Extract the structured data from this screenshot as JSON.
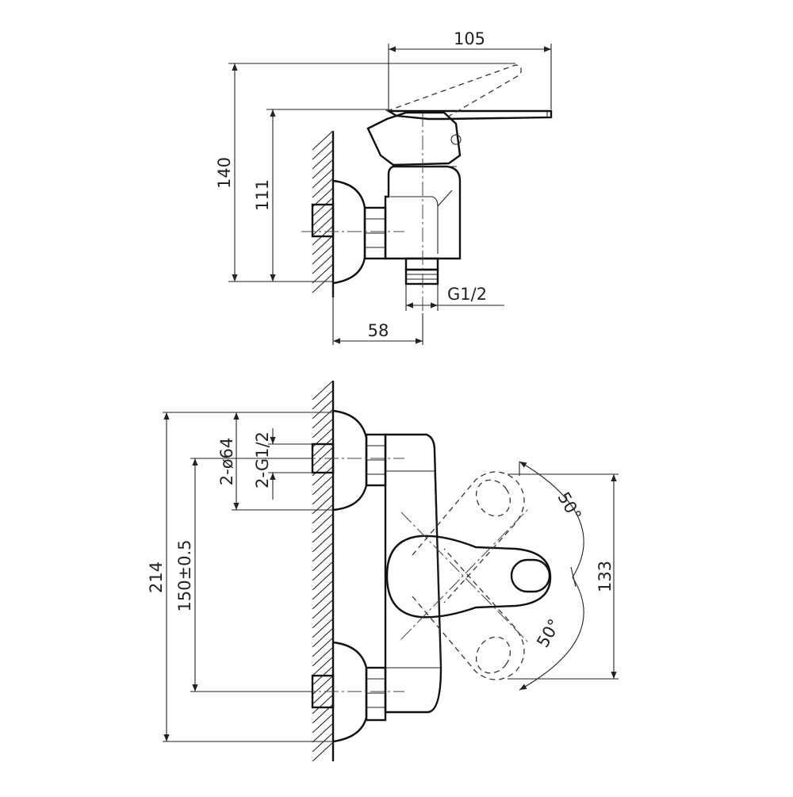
{
  "dimensions": {
    "top_width": "105",
    "total_height": "140",
    "outlet_height": "111",
    "outlet_thread": "G1/2",
    "wall_offset": "58",
    "cover_diameter": "2-ø64",
    "inlet_thread": "2-G1/2",
    "overall_height": "214",
    "inlet_spacing": "150±0.5",
    "handle_swing": "133",
    "angle_upper": "50°",
    "angle_lower": "50°"
  }
}
